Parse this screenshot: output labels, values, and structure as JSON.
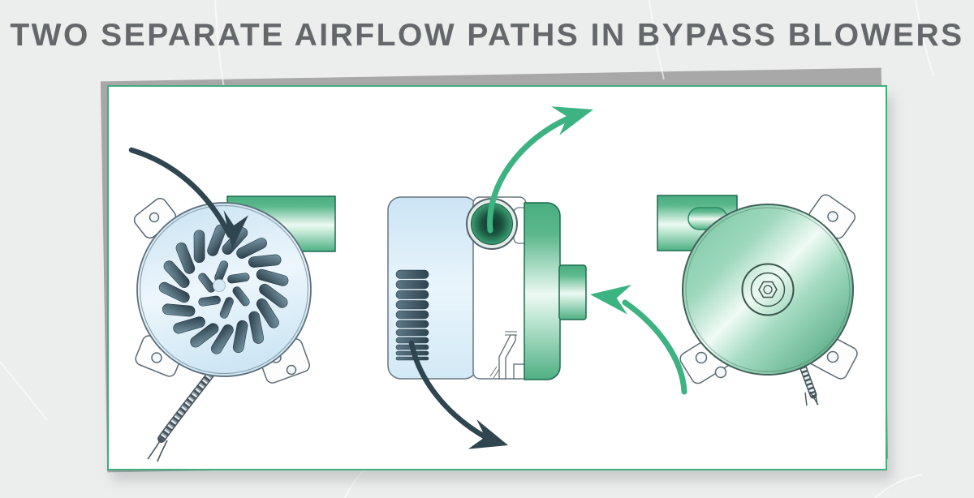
{
  "title": "TWO SEPARATE AIRFLOW PATHS IN BYPASS BLOWERS",
  "colors": {
    "page_background": "#ECEDED",
    "title_text": "#64686B",
    "card_background": "#FFFFFF",
    "card_border": "#3FAE7F",
    "back_card_gray": "#A8A8A8",
    "accent_green": "#48AE80",
    "accent_green_dark": "#1D6B4F",
    "arrow_green": "#3CB381",
    "arrow_dark": "#2F4550",
    "motor_housing_blue": "#D7EBF7",
    "impeller_slate": "#3A515D",
    "port_core_green": "#12362B"
  },
  "illustration": {
    "panels": [
      {
        "id": "blower-front-view",
        "position": "left"
      },
      {
        "id": "blower-side-view",
        "position": "center"
      },
      {
        "id": "blower-rear-view",
        "position": "right"
      }
    ],
    "arrows": [
      {
        "id": "dark-air-intake-arrow",
        "color": "#2F4550"
      },
      {
        "id": "dark-air-exhaust-arrow",
        "color": "#2F4550"
      },
      {
        "id": "green-bypass-air-out-arrow",
        "color": "#3CB381"
      },
      {
        "id": "green-bypass-air-in-arrow",
        "color": "#3CB381"
      }
    ]
  }
}
